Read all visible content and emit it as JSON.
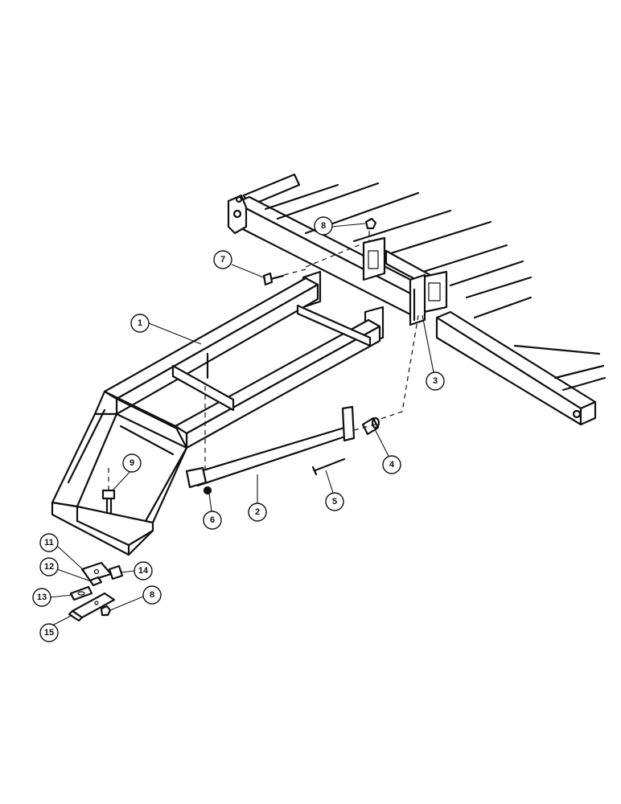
{
  "callouts": [
    {
      "id": "c1",
      "label": "1"
    },
    {
      "id": "c2",
      "label": "2"
    },
    {
      "id": "c3",
      "label": "3"
    },
    {
      "id": "c4",
      "label": "4"
    },
    {
      "id": "c5",
      "label": "5"
    },
    {
      "id": "c6",
      "label": "6"
    },
    {
      "id": "c7",
      "label": "7"
    },
    {
      "id": "c8a",
      "label": "8"
    },
    {
      "id": "c8b",
      "label": "8"
    },
    {
      "id": "c9",
      "label": "9"
    },
    {
      "id": "c11",
      "label": "11"
    },
    {
      "id": "c12",
      "label": "12"
    },
    {
      "id": "c13",
      "label": "13"
    },
    {
      "id": "c14",
      "label": "14"
    },
    {
      "id": "c15",
      "label": "15"
    }
  ]
}
